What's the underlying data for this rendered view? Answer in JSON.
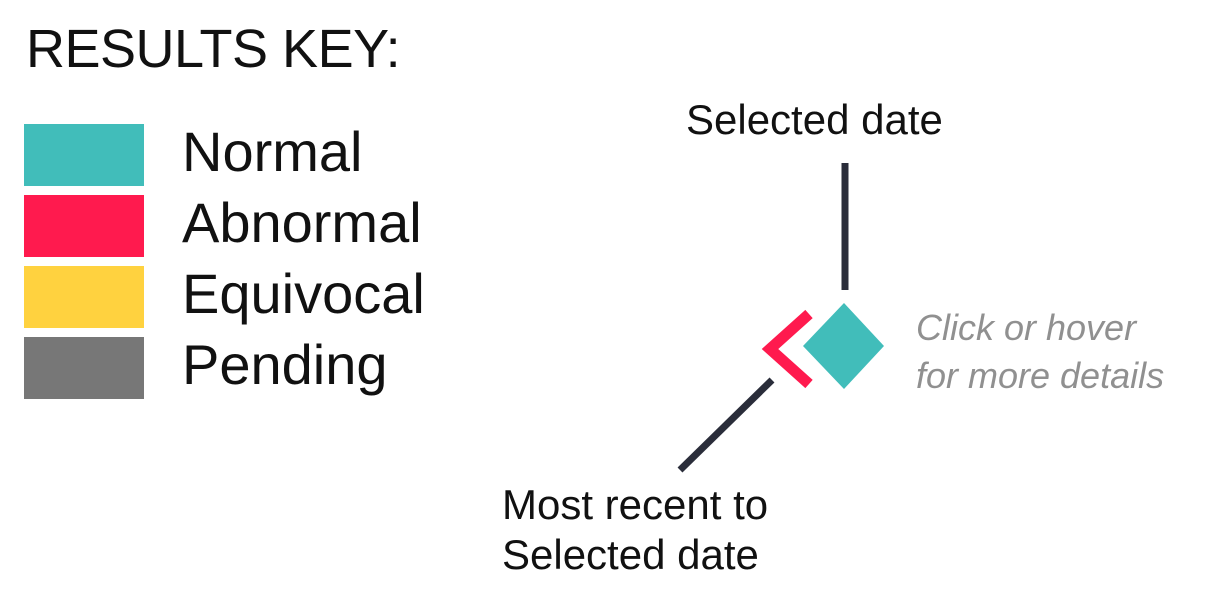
{
  "key": {
    "title": "RESULTS KEY:",
    "items": [
      {
        "label": "Normal",
        "color": "#41BDBA"
      },
      {
        "label": "Abnormal",
        "color": "#FF1A4E"
      },
      {
        "label": "Equivocal",
        "color": "#FFD23F"
      },
      {
        "label": "Pending",
        "color": "#777777"
      }
    ]
  },
  "callouts": {
    "selected_date": "Selected date",
    "most_recent_line1": "Most recent to",
    "most_recent_line2": "Selected date"
  },
  "hint": {
    "line1": "Click or hover",
    "line2": "for more details"
  },
  "marker": {
    "selected_color": "#41BDBA",
    "recent_color": "#FF1A4E",
    "leader_color": "#2A2D3A",
    "hint_color": "#909090"
  }
}
